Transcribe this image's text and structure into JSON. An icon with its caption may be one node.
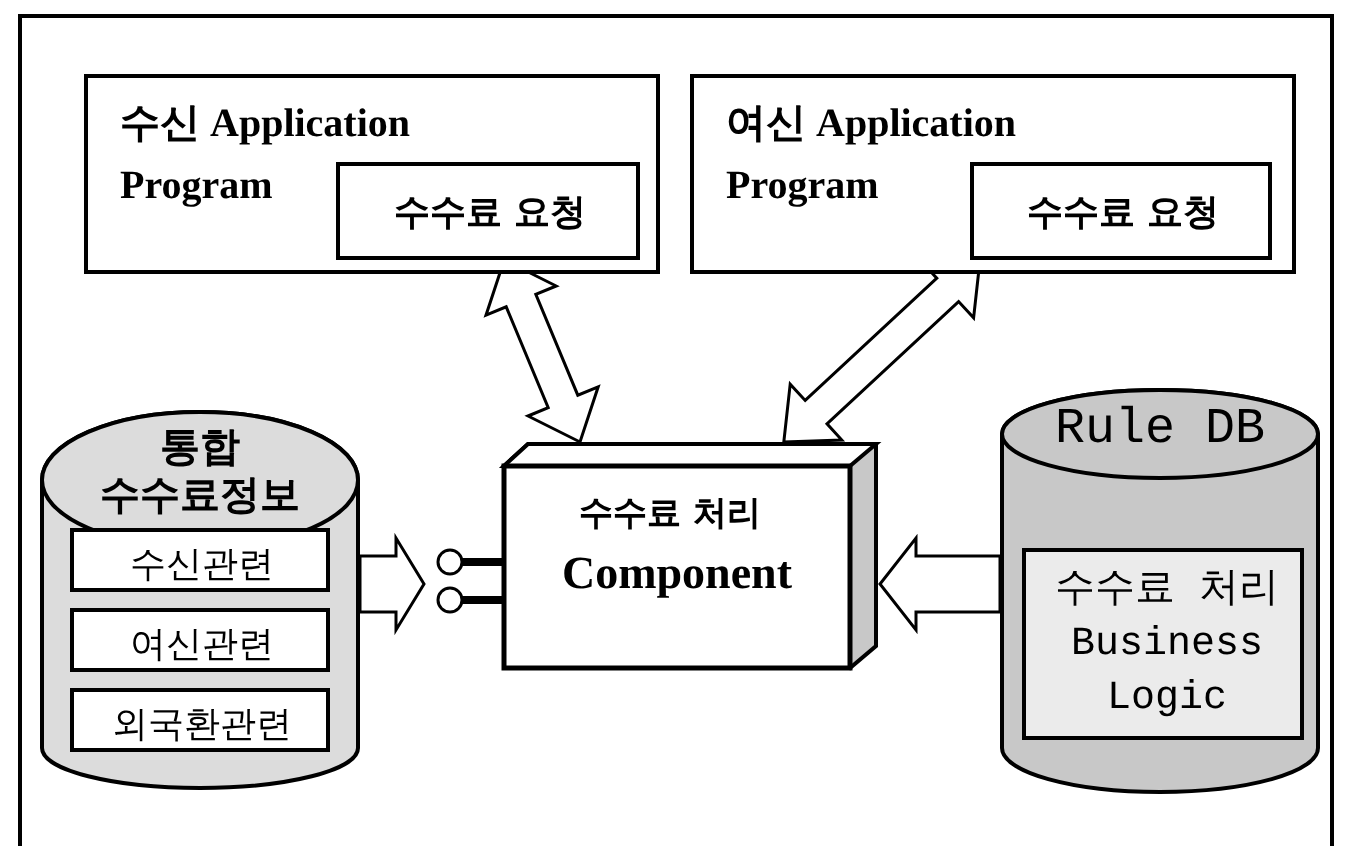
{
  "diagram": {
    "nodes": [
      {
        "text": [
          "수신 Application Program"
        ]
      },
      {
        "text": [
          "수수료 요청"
        ],
        "in": 0
      },
      {
        "text": [
          "여신 Application Program"
        ]
      },
      {
        "text": [
          "수수료 요청"
        ],
        "in": 2
      },
      {
        "text": [
          "통합 수수료정보"
        ]
      },
      {
        "text": [
          "수신관련"
        ],
        "in": 4
      },
      {
        "text": [
          "여신관련"
        ],
        "in": 4
      },
      {
        "text": [
          "외국환관련"
        ],
        "in": 4
      },
      {
        "text": [
          "수수료 처리",
          "Component"
        ]
      },
      {
        "text": [
          "Rule DB"
        ]
      },
      {
        "text": [
          "수수료 처리 Business Logic"
        ],
        "in": 9
      }
    ],
    "edges": [
      {
        "from": 1,
        "to": 8,
        "arrow": "both"
      },
      {
        "from": 3,
        "to": 8,
        "arrow": "both"
      },
      {
        "from": 4,
        "to": 8,
        "arrow": "to"
      },
      {
        "from": 9,
        "to": 8,
        "arrow": "to"
      }
    ]
  }
}
